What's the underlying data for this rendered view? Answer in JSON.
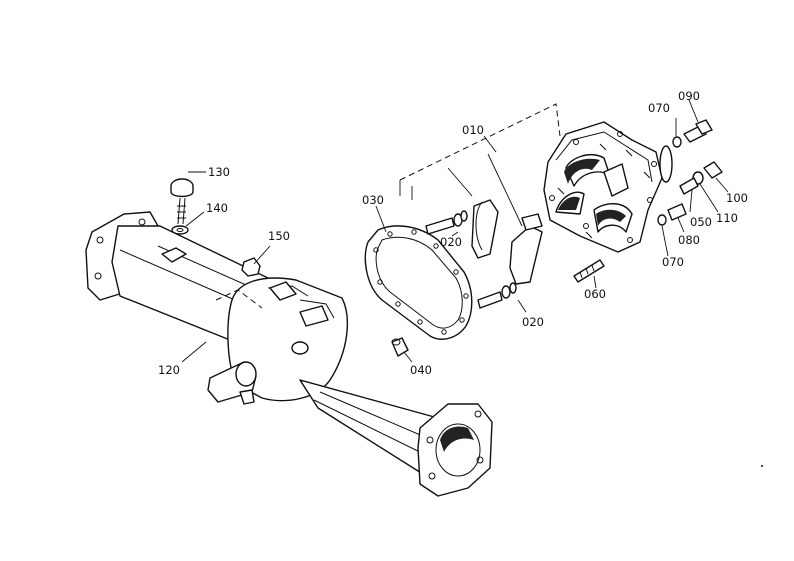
{
  "labels": {
    "p010": "010",
    "p020a": "020",
    "p020b": "020",
    "p030": "030",
    "p040": "040",
    "p050": "050",
    "p060": "060",
    "p070a": "070",
    "p070b": "070",
    "p080": "080",
    "p090": "090",
    "p100": "100",
    "p110": "110",
    "p120": "120",
    "p130": "130",
    "p140": "140",
    "p150": "150"
  }
}
